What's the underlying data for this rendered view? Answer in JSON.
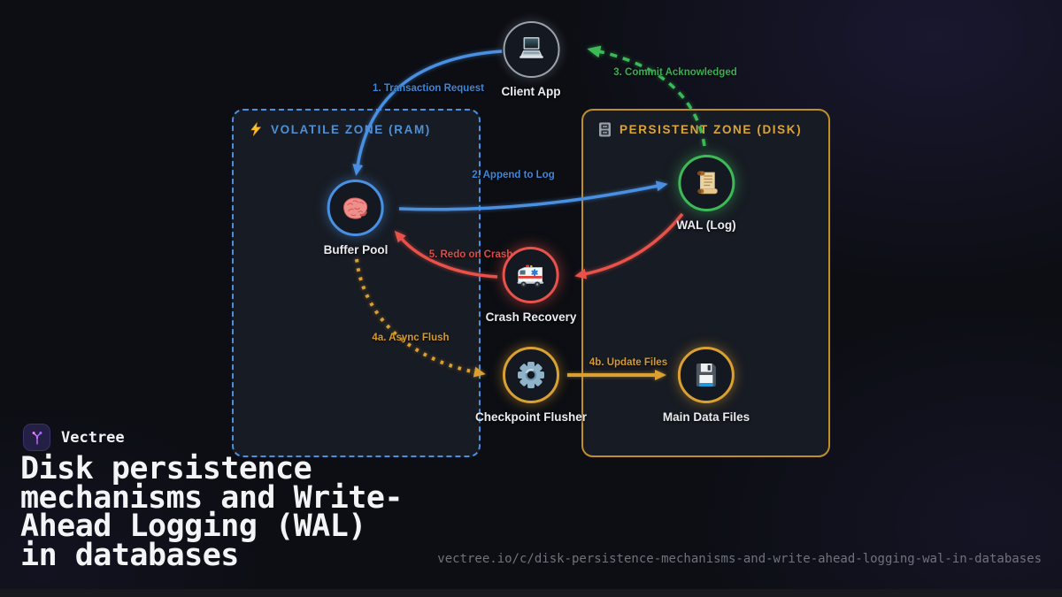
{
  "theme": {
    "bg": "#0c0e13",
    "zone-bg": "#171b23",
    "node-bg": "#141820",
    "blue": "#4a90e2",
    "green": "#3dba58",
    "orange": "#dba032",
    "red": "#e8524a",
    "gray-ring": "#9aa3ad",
    "label": "#e9ebee",
    "muted": "#6e737c",
    "title-color": "#f3f4f6"
  },
  "brand": {
    "name": "Vectree",
    "logo_icon": "vectree-logo"
  },
  "title_lines": [
    "Disk persistence",
    "mechanisms and Write-",
    "Ahead Logging (WAL)",
    "in databases"
  ],
  "footer_url": "vectree.io/c/disk-persistence-mechanisms-and-write-ahead-logging-wal-in-databases",
  "zones": {
    "volatile": {
      "label": "VOLATILE ZONE (RAM)",
      "icon": "lightning-icon",
      "border_color": "#4a90e2",
      "style": "dashed"
    },
    "persistent": {
      "label": "PERSISTENT ZONE (DISK)",
      "icon": "file-cabinet-icon",
      "border_color": "#c08f2c",
      "style": "solid"
    }
  },
  "nodes": {
    "client": {
      "label": "Client App",
      "icon": "laptop-icon",
      "ring_color": "#9aa3ad"
    },
    "buffer": {
      "label": "Buffer Pool",
      "icon": "brain-icon",
      "ring_color": "#4a90e2"
    },
    "wal": {
      "label": "WAL (Log)",
      "icon": "scroll-icon",
      "ring_color": "#3dba58"
    },
    "crash": {
      "label": "Crash Recovery",
      "icon": "ambulance-icon",
      "ring_color": "#e8524a"
    },
    "checkpoint": {
      "label": "Checkpoint Flusher",
      "icon": "gear-icon",
      "ring_color": "#dba032"
    },
    "datafiles": {
      "label": "Main Data Files",
      "icon": "floppy-disk-icon",
      "ring_color": "#dba032"
    }
  },
  "edges": {
    "e1": {
      "label": "1. Transaction Request",
      "color": "#4a90e2",
      "style": "solid",
      "from": "client",
      "to": "buffer"
    },
    "e2": {
      "label": "2. Append to Log",
      "color": "#4a90e2",
      "style": "solid",
      "from": "buffer",
      "to": "wal"
    },
    "e3": {
      "label": "3. Commit Acknowledged",
      "color": "#3dba58",
      "style": "dashed",
      "from": "wal",
      "to": "client"
    },
    "e4a": {
      "label": "4a. Async Flush",
      "color": "#dba032",
      "style": "dotted",
      "from": "buffer",
      "to": "checkpoint"
    },
    "e4b": {
      "label": "4b. Update Files",
      "color": "#dba032",
      "style": "solid",
      "from": "checkpoint",
      "to": "datafiles"
    },
    "e5": {
      "label": "5. Redo on Crash",
      "color": "#e8524a",
      "style": "solid",
      "from": "wal",
      "to": "buffer"
    }
  }
}
